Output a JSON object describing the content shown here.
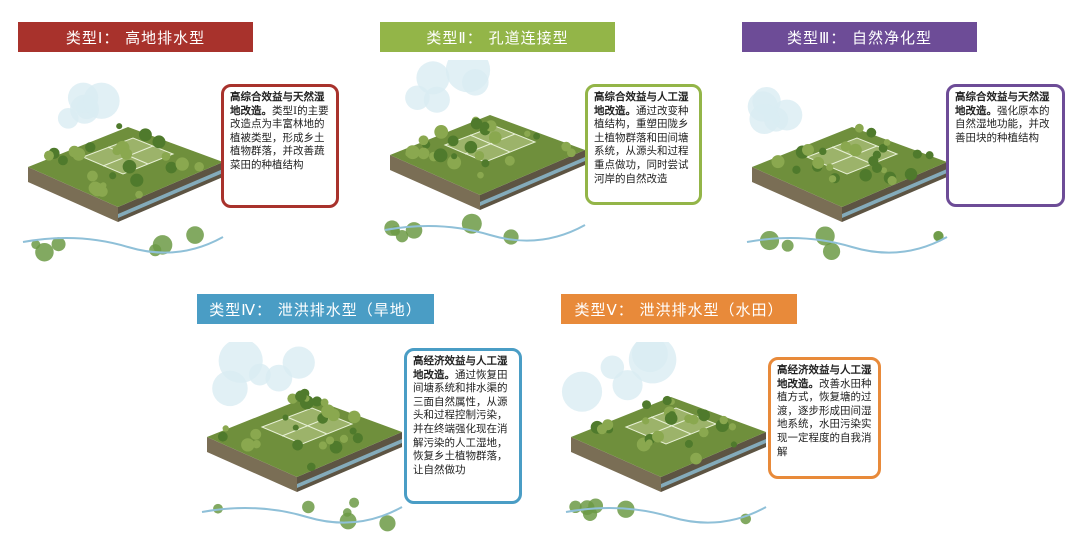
{
  "colors": {
    "type1": "#a8322c",
    "type2": "#93b548",
    "type3": "#6d4c97",
    "type4": "#4a9dc5",
    "type5": "#e88a3a",
    "vegetation": "#6f8f3c",
    "soil": "#7a6e55",
    "water": "#8fc0d8"
  },
  "panels": [
    {
      "title": "类型Ⅰ：  高地排水型",
      "callout_heading": "高综合效益与天然湿地改造。",
      "callout_body": "类型Ⅰ的主要改造点为丰富林地的植被类型，形成乡土植物群落，并改善蔬菜田的种植结构"
    },
    {
      "title": "类型Ⅱ：  孔道连接型",
      "callout_heading": "高综合效益与人工湿地改造。",
      "callout_body": "通过改变种植结构，重塑田陇乡土植物群落和田间塘系统，从源头和过程重点做功，同时尝试河岸的自然改造"
    },
    {
      "title": "类型Ⅲ：  自然净化型",
      "callout_heading": "高综合效益与天然湿地改造。",
      "callout_body": "强化原本的自然湿地功能，并改善田块的种植结构"
    },
    {
      "title": "类型Ⅳ：  泄洪排水型（旱地）",
      "callout_heading": "高经济效益与人工湿地改造。",
      "callout_body": "通过恢复田间塘系统和排水渠的三面自然属性，从源头和过程控制污染，并在终端强化现在消解污染的人工湿地，恢复乡土植物群落，让自然做功"
    },
    {
      "title": "类型Ⅴ：  泄洪排水型（水田）",
      "callout_heading": "高经济效益与人工湿地改造。",
      "callout_body": "改善水田种植方式，恢复塘的过渡，逐步形成田间湿地系统，水田污染实现一定程度的自我消解"
    }
  ]
}
